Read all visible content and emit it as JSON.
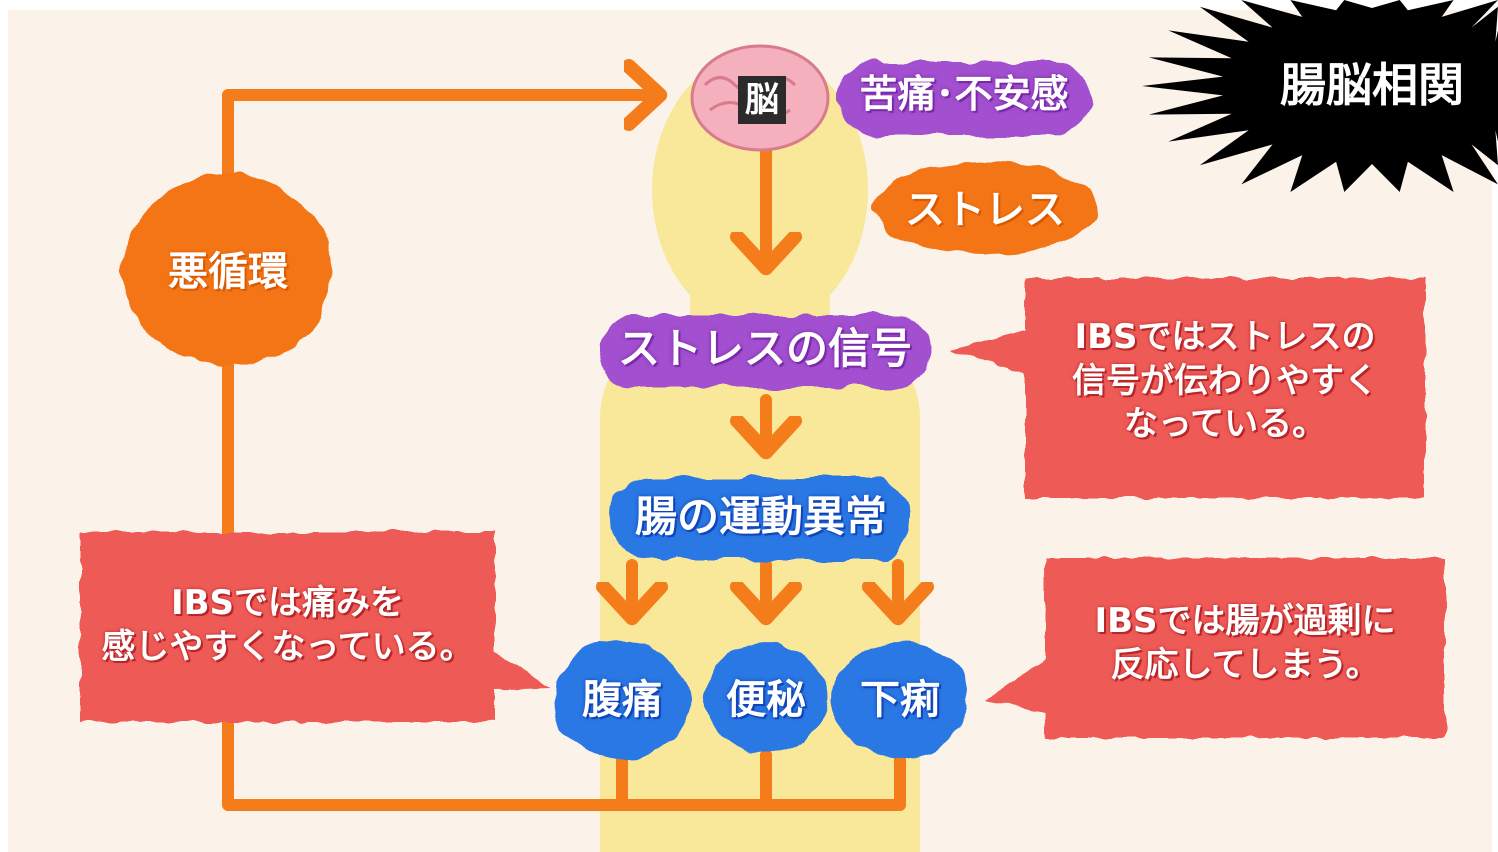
{
  "badge": {
    "label": "腸脳相関"
  },
  "brain": {
    "label": "脳"
  },
  "nodes": {
    "anxiety": "苦痛･不安感",
    "stress": "ストレス",
    "vicious_cycle": "悪循環",
    "stress_signal": "ストレスの信号",
    "motility": "腸の運動異常",
    "abdominal_pain": "腹痛",
    "constipation": "便秘",
    "diarrhea": "下痢"
  },
  "notes": {
    "signal": [
      "IBSではストレスの",
      "信号が伝わりやすく",
      "なっている。"
    ],
    "pain": [
      "IBSでは痛みを",
      "感じやすくなっている。"
    ],
    "gut": [
      "IBSでは腸が過剰に",
      "反応してしまう。"
    ]
  },
  "colors": {
    "background": "#fbf3e9",
    "body": "#f9e79a",
    "arrow": "#f47c1a",
    "purple": "#a24fd0",
    "blue": "#2a78e4",
    "red_note": "#ee5a55",
    "orange_blob": "#f47416",
    "badge": "#000000",
    "brain": "#f4b0bd"
  }
}
